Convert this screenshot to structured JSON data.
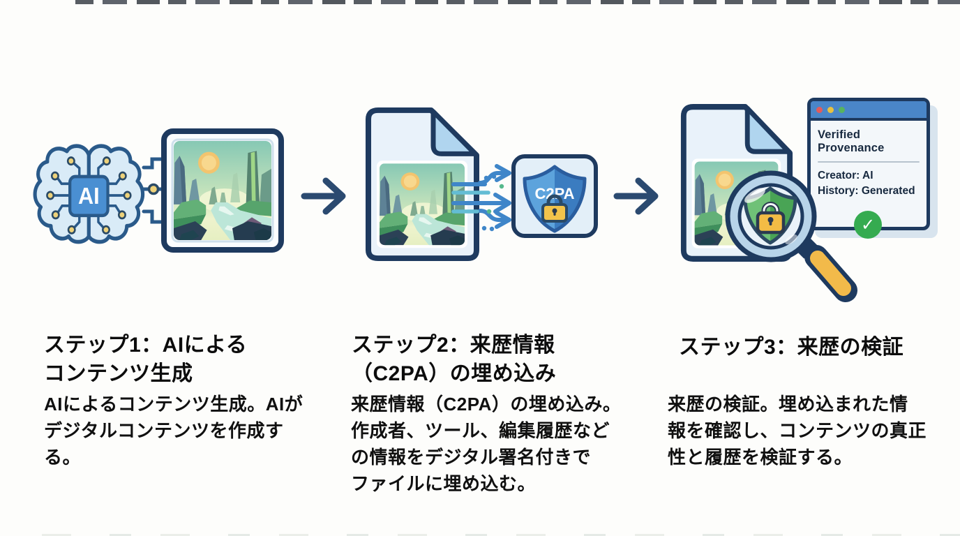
{
  "steps": [
    {
      "title": "ステップ1：AIによる\nコンテンツ生成",
      "body": "AIによるコンテンツ生成。AIが\nデジタルコンテンツを作成す\nる。"
    },
    {
      "title": "ステップ2：来歴情報\n（C2PA）の埋め込み",
      "body": "来歴情報（C2PA）の埋め込み。\n作成者、ツール、編集履歴など\nの情報をデジタル署名付きで\nファイルに埋め込む。"
    },
    {
      "title": "ステップ3：来歴の検証",
      "body": "来歴の検証。埋め込まれた情\n報を確認し、コンテンツの真正\n性と履歴を検証する。"
    }
  ],
  "icons": {
    "ai_chip_label": "AI",
    "c2pa_shield_label": "C2PA",
    "check_glyph": "✓"
  },
  "verification_window": {
    "title": "Verified Provenance",
    "creator_line": "Creator: AI",
    "history_line": "History: Generated"
  },
  "colors": {
    "outline_navy": "#1e3a5f",
    "chip_blue": "#4a8fd2",
    "shield_blue": "#3b7cc0",
    "shield_green": "#49a455",
    "lock_yellow": "#f2c34b",
    "check_green": "#35ab50",
    "titlebar_blue": "#4a86c8",
    "arrow_navy": "#2b4a70"
  }
}
